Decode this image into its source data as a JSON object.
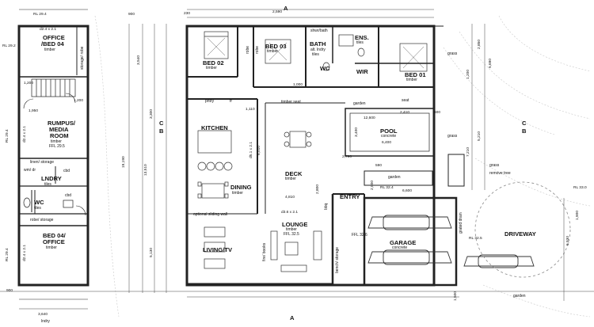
{
  "rooms": {
    "office_bed04_top": {
      "title_line1": "OFFICE",
      "title_line2": "/BED 04",
      "sub": "timber",
      "size": "d2.4 x 2.1"
    },
    "rumpus": {
      "title_line1": "RUMPUS/",
      "title_line2": "MEDIA",
      "title_line3": "ROOM",
      "sub": "timber",
      "ffl": "FFL 29.5"
    },
    "lndry": {
      "title": "LNDRY",
      "sub": "tiles"
    },
    "wc_left": {
      "title": "WC",
      "sub": "tiles"
    },
    "bed04_office": {
      "title_line1": "BED 04/",
      "title_line2": "OFFICE",
      "sub": "timber"
    },
    "bed02": {
      "title": "BED 02",
      "sub": "timber"
    },
    "bed03": {
      "title": "BED 03",
      "sub": "timber"
    },
    "bath": {
      "title": "BATH",
      "sub": "tiles"
    },
    "ens": {
      "title": "ENS.",
      "sub": "tiles"
    },
    "wc_right": {
      "title": "WC"
    },
    "wir": {
      "title": "WIR"
    },
    "bed01": {
      "title": "BED 01",
      "sub": "timber"
    },
    "kitchen": {
      "title": "KITCHEN"
    },
    "dining": {
      "title": "DINING",
      "sub": "timber"
    },
    "deck": {
      "title": "DECK",
      "sub": "timber",
      "size": "d3.6 x 2.1"
    },
    "pool": {
      "title": "POOL",
      "sub": "concrete",
      "dim": "6,400"
    },
    "entry": {
      "title": "ENTRY"
    },
    "lounge": {
      "title": "LOUNGE",
      "sub": "timber",
      "ffl": "FFL 32.5"
    },
    "living": {
      "title": "LIVING/TV"
    },
    "garage": {
      "title": "GARAGE",
      "sub": "concrete",
      "ffl": "FFL 32.6"
    },
    "driveway": {
      "title": "DRIVEWAY"
    }
  },
  "labels": {
    "rl_294_top": "RL 29.4",
    "rl_292": "RL 29.2",
    "rl_294_left": "RL 29.4",
    "rl_294_bottom": "RL 29.4",
    "storage_robe": "storage/ robe",
    "linen_storage": "linen/ storage",
    "wm_dr": "wm/ dr",
    "cbd": "cbd",
    "robe_storage": "robe/ storage",
    "d24x21_rumpus": "d2.4 x 2.1",
    "d24x21_bed04": "d2.4 x 2.1",
    "robe": "robe",
    "shwr_bath": "shwr/bath",
    "lndry_alt": "alt. lndry",
    "pntry": "pntry",
    "fr": "fr",
    "timber_seat": "timber seat",
    "garden_top": "garden",
    "seat": "seat",
    "grass_right": "grass",
    "grass_right2": "grass",
    "grass_far": "grass",
    "remove_tree": "remove tree",
    "garden_mid": "garden",
    "bbq": "bbq",
    "rl_324": "RL 32.4",
    "optional_wall": "optional sliding wall",
    "fire_books": "fire/ books",
    "bench_storage": "bench/ storage",
    "grated_drain": "grated drain",
    "rl_325": "RL 32.5",
    "rl_330": "RL 33.0",
    "garden_bottom": "garden",
    "lndry_bottom": "lndry",
    "section_a_top": "A",
    "section_a_bottom": "A",
    "c_left": "C",
    "b_left": "B",
    "c_right": "C",
    "b_right": "B",
    "d51x21": "d5.1 x 2.1",
    "d36x21": "d3.6 x 2.1",
    "robe2": "robe"
  },
  "dims": {
    "d900_top": "900",
    "d1200": "1,200",
    "d1950": "1,950",
    "d1200b": "1,200",
    "d1000": "1,000",
    "d230a": "230",
    "d900_bottom": "900",
    "d3640": "3,640",
    "d2590": "2,590",
    "d1110": "1,110",
    "d12600": "12,600",
    "d2410": "2,410",
    "d2790": "2,790",
    "d590": "590",
    "d4810": "4,810",
    "d2800": "2,800",
    "d2000": "2,000",
    "d6600": "6,600",
    "d19190": "19,190",
    "d13510": "13,510",
    "d3400": "3,400",
    "d7210": "7,210",
    "d5210": "5,210",
    "d5690": "5,690",
    "d1200v": "1,200",
    "d2850": "2,850",
    "d3300": "3,300",
    "d6010": "6,010",
    "d5130": "5,130",
    "d1900": "1,900",
    "d5930": "5,930",
    "d1500": "1,500",
    "d600": "600",
    "d3540": "3,540"
  }
}
